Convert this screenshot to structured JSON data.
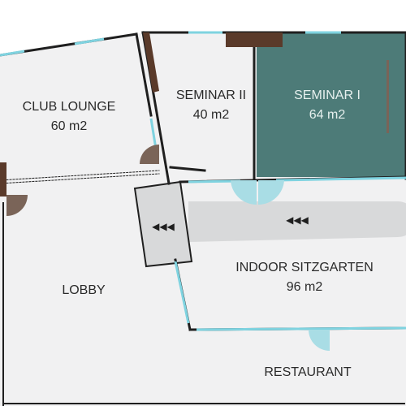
{
  "rooms": [
    {
      "id": "club-lounge",
      "name": "CLUB LOUNGE",
      "area": "60 m2"
    },
    {
      "id": "seminar-ii",
      "name": "SEMINAR II",
      "area": "40 m2"
    },
    {
      "id": "seminar-i",
      "name": "SEMINAR I",
      "area": "64 m2",
      "highlighted": true
    },
    {
      "id": "indoor-sitzgarten",
      "name": "INDOOR SITZGARTEN",
      "area": "96 m2"
    },
    {
      "id": "lobby",
      "name": "LOBBY"
    },
    {
      "id": "restaurant",
      "name": "RESTAURANT"
    }
  ],
  "direction_markers": [
    "◀◀◀",
    "◀◀◀"
  ],
  "colors": {
    "floor": "#f1f1f2",
    "highlight": "#4d7b78",
    "window": "#7fd3e0",
    "wall": "#1f1f1f",
    "door": "#a9dde5",
    "door_wood": "#7a6458",
    "furniture": "#5a3a2a",
    "corridor": "#d8d9da"
  }
}
